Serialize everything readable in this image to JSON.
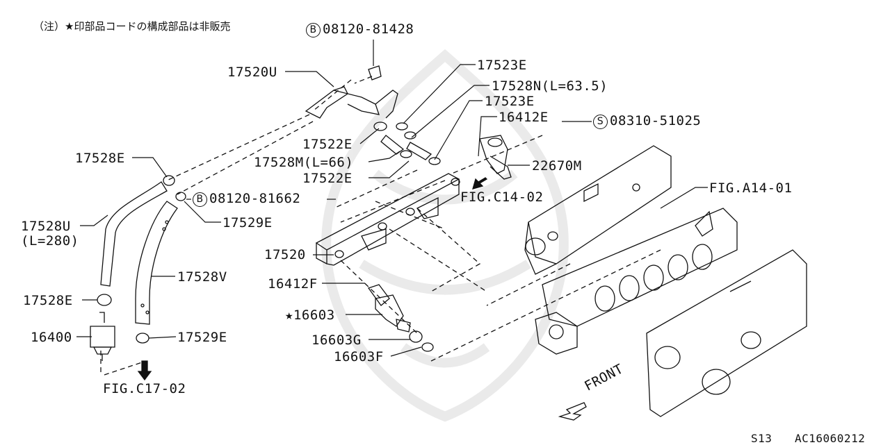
{
  "note": "（注）★印部品コードの構成部品は非販売",
  "labels": {
    "bolt_b_top": "08120-81428",
    "bolt_b_top_badge": "B",
    "bracket": "17520U",
    "clip_top": "17523E",
    "hose_n": "17528N(L=63.5)",
    "clip_mid": "17523E",
    "pressure_reg_seal": "16412E",
    "screw_s": "08310-51025",
    "screw_s_badge": "S",
    "hose_e_upper": "17528E",
    "clamp_e_upper": "17522E",
    "hose_m": "17528M(L=66)",
    "pressure_reg": "22670M",
    "clamp_e_lower": "17522E",
    "fig_c14": "FIG.C14-02",
    "bolt_b_mid": "08120-81662",
    "bolt_b_mid_badge": "B",
    "fig_a14": "FIG.A14-01",
    "clamp_29e_upper": "17529E",
    "hose_u": "17528U",
    "hose_u_len": "(L=280)",
    "fuel_rail": "17520",
    "hose_v": "17528V",
    "injector_seal": "16412F",
    "clamp_e_lower_left": "17528E",
    "injector": "★16603",
    "fuel_filter": "16400",
    "clamp_29e_lower": "17529E",
    "injector_insulator": "16603G",
    "injector_ring": "16603F",
    "fig_c17": "FIG.C17-02",
    "front": "FRONT"
  },
  "footer": {
    "model": "S13",
    "code": "AC16060212"
  }
}
